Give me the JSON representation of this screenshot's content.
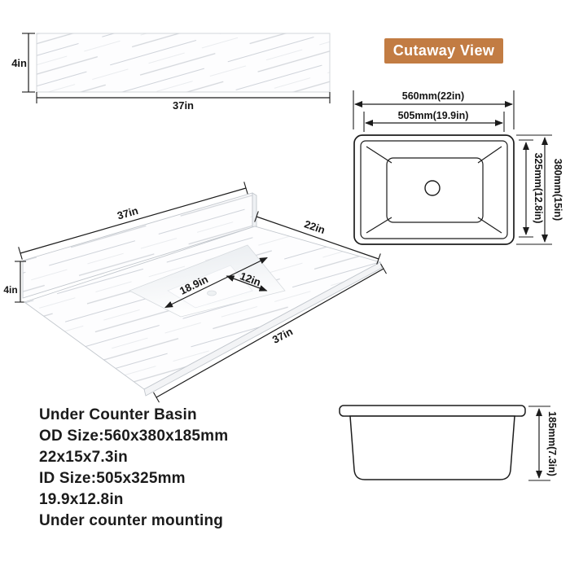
{
  "cutaway_button": {
    "label": "Cutaway View"
  },
  "backsplash_view": {
    "height": "4in",
    "width": "37in"
  },
  "top_view": {
    "outer_width": "560mm(22in)",
    "inner_width": "505mm(19.9in)",
    "inner_depth": "325mm(12.8in)",
    "outer_depth": "380mm(15in)"
  },
  "perspective_view": {
    "back_width": "37in",
    "depth": "22in",
    "backsplash_height": "4in",
    "cutout_width": "18.9in",
    "cutout_depth": "12in",
    "front_width": "37in"
  },
  "side_view": {
    "height": "185mm(7.3in)"
  },
  "specs": {
    "lines": [
      "Under Counter Basin",
      "OD Size:560x380x185mm",
      "22x15x7.3in",
      "ID Size:505x325mm",
      "19.9x12.8in",
      "Under counter mounting"
    ]
  },
  "colors": {
    "accent": "#C27C43",
    "line": "#1C1C1C"
  }
}
